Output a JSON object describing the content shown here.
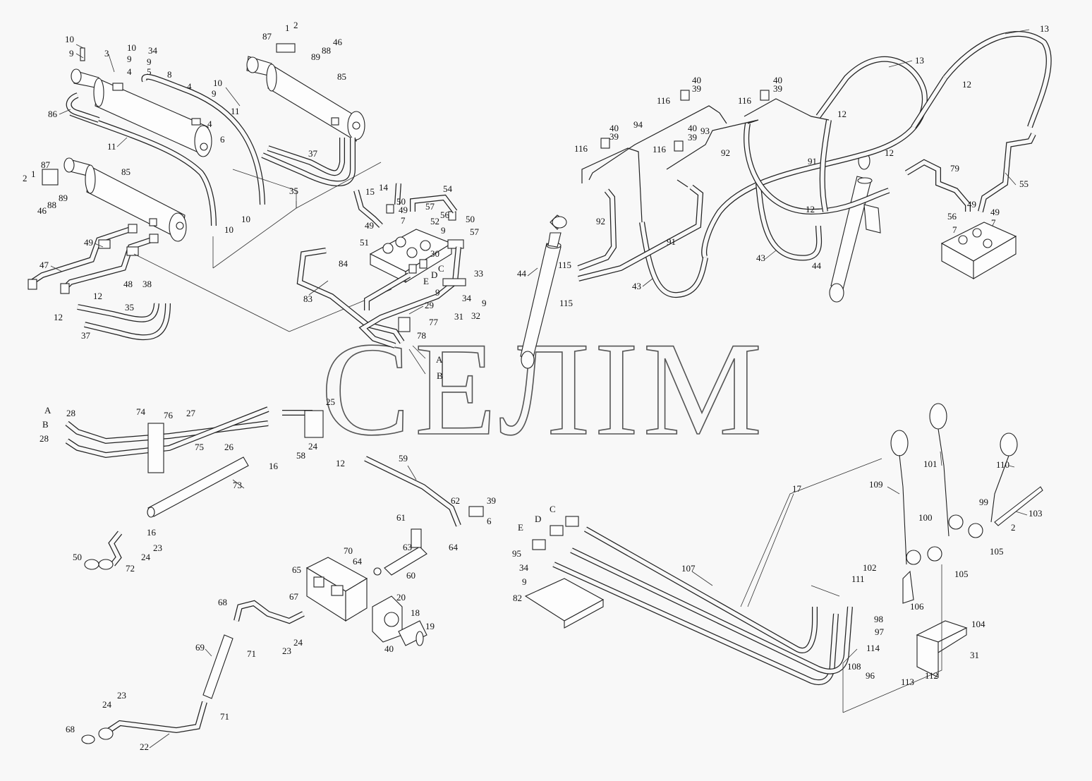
{
  "watermark": "СЕЛІМ",
  "labels": {
    "l1": "1",
    "l2": "2",
    "l3": "3",
    "l4": "4",
    "l5": "5",
    "l6": "6",
    "l7": "7",
    "l8": "8",
    "l9": "9",
    "l10": "10",
    "l11": "11",
    "l12": "12",
    "l13": "13",
    "l14": "14",
    "l15": "15",
    "l16": "16",
    "l17": "17",
    "l18": "18",
    "l19": "19",
    "l20": "20",
    "l22": "22",
    "l23": "23",
    "l24": "24",
    "l25": "25",
    "l26": "26",
    "l27": "27",
    "l28": "28",
    "l29": "29",
    "l30": "30",
    "l31": "31",
    "l32": "32",
    "l33": "33",
    "l34": "34",
    "l35": "35",
    "l37": "37",
    "l38": "38",
    "l39": "39",
    "l40": "40",
    "l43": "43",
    "l44": "44",
    "l46": "46",
    "l47": "47",
    "l48": "48",
    "l49": "49",
    "l50": "50",
    "l51": "51",
    "l52": "52",
    "l54": "54",
    "l55": "55",
    "l56": "56",
    "l57": "57",
    "l58": "58",
    "l59": "59",
    "l60": "60",
    "l61": "61",
    "l62": "62",
    "l63": "63",
    "l64": "64",
    "l65": "65",
    "l67": "67",
    "l68": "68",
    "l69": "69",
    "l70": "70",
    "l71": "71",
    "l72": "72",
    "l73": "73",
    "l74": "74",
    "l75": "75",
    "l76": "76",
    "l77": "77",
    "l78": "78",
    "l79": "79",
    "l82": "82",
    "l83": "83",
    "l84": "84",
    "l85": "85",
    "l86": "86",
    "l87": "87",
    "l88": "88",
    "l89": "89",
    "l91": "91",
    "l92": "92",
    "l93": "93",
    "l94": "94",
    "l95": "95",
    "l96": "96",
    "l97": "97",
    "l98": "98",
    "l99": "99",
    "l100": "100",
    "l101": "101",
    "l102": "102",
    "l103": "103",
    "l104": "104",
    "l105": "105",
    "l106": "106",
    "l107": "107",
    "l108": "108",
    "l109": "109",
    "l110": "110",
    "l111": "111",
    "l112": "112",
    "l113": "113",
    "l114": "114",
    "l115": "115",
    "l116": "116",
    "A": "A",
    "B": "B",
    "C": "C",
    "D": "D",
    "E": "E"
  }
}
